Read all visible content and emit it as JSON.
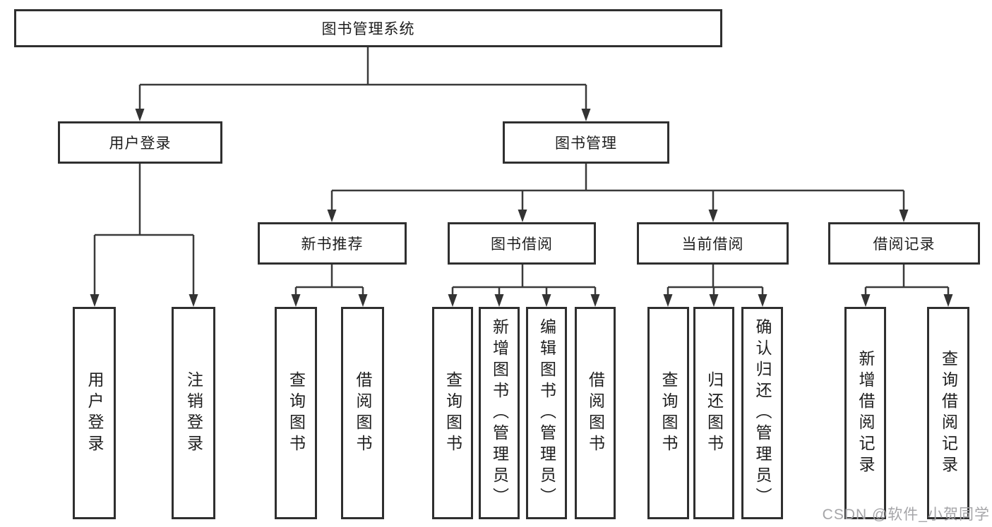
{
  "tree": {
    "label": "图书管理系统",
    "children": [
      {
        "label": "用户登录",
        "children": [
          {
            "label": "用户登录"
          },
          {
            "label": "注销登录"
          }
        ]
      },
      {
        "label": "图书管理",
        "children": [
          {
            "label": "新书推荐",
            "children": [
              {
                "label": "查询图书"
              },
              {
                "label": "借阅图书"
              }
            ]
          },
          {
            "label": "图书借阅",
            "children": [
              {
                "label": "查询图书"
              },
              {
                "label": "新增图书（管理员）"
              },
              {
                "label": "编辑图书（管理员）"
              },
              {
                "label": "借阅图书"
              }
            ]
          },
          {
            "label": "当前借阅",
            "children": [
              {
                "label": "查询图书"
              },
              {
                "label": "归还图书"
              },
              {
                "label": "确认归还（管理员）"
              }
            ]
          },
          {
            "label": "借阅记录",
            "children": [
              {
                "label": "新增借阅记录"
              },
              {
                "label": "查询借阅记录"
              }
            ]
          }
        ]
      }
    ]
  },
  "watermark": {
    "text": "CSDN @软件_小贺同学"
  },
  "colors": {
    "line": "#3a3a3a",
    "box_border": "#2f2f2f",
    "text": "#1e1e1e",
    "watermark": "#a5a5a8",
    "background": "#ffffff"
  }
}
